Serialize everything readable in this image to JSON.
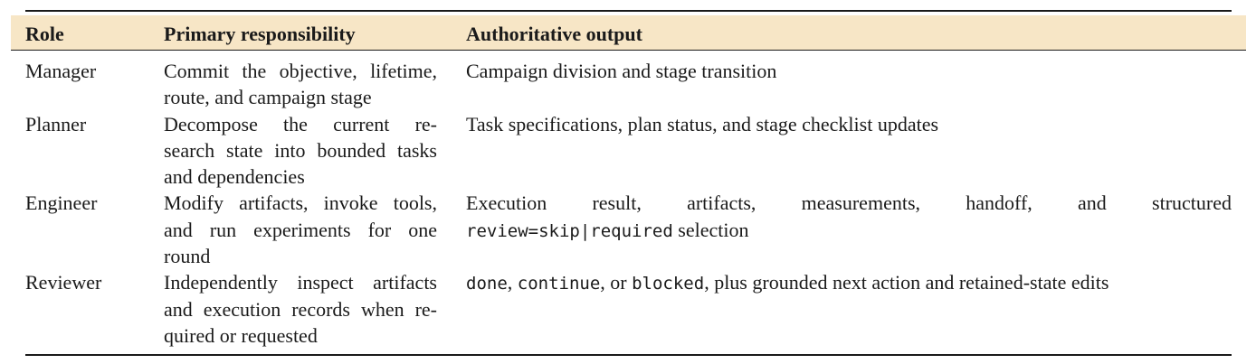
{
  "table": {
    "headers": [
      "Role",
      "Primary responsibility",
      "Authoritative output"
    ],
    "rows": [
      {
        "role": "Manager",
        "responsibility_lines": [
          "Commit the objective, lifetime,",
          "route, and campaign stage"
        ],
        "output": "Campaign division and stage transition"
      },
      {
        "role": "Planner",
        "responsibility_lines": [
          "Decompose the current re-",
          "search state into bounded tasks",
          "and dependencies"
        ],
        "output": "Task specifications, plan status, and stage checklist updates"
      },
      {
        "role": "Engineer",
        "responsibility_lines": [
          "Modify artifacts, invoke tools,",
          "and run experiments for one",
          "round"
        ],
        "output_line1": "Execution result, artifacts, measurements, handoff, and structured",
        "output_code": "review=skip|required",
        "output_suffix": " selection"
      },
      {
        "role": "Reviewer",
        "responsibility_lines": [
          "Independently inspect artifacts",
          "and execution records when re-",
          "quired or requested"
        ],
        "output_code1": "done",
        "output_sep1": ", ",
        "output_code2": "continue",
        "output_sep2": ", or ",
        "output_code3": "blocked",
        "output_rest": ", plus grounded next action and retained-state edits"
      }
    ]
  }
}
